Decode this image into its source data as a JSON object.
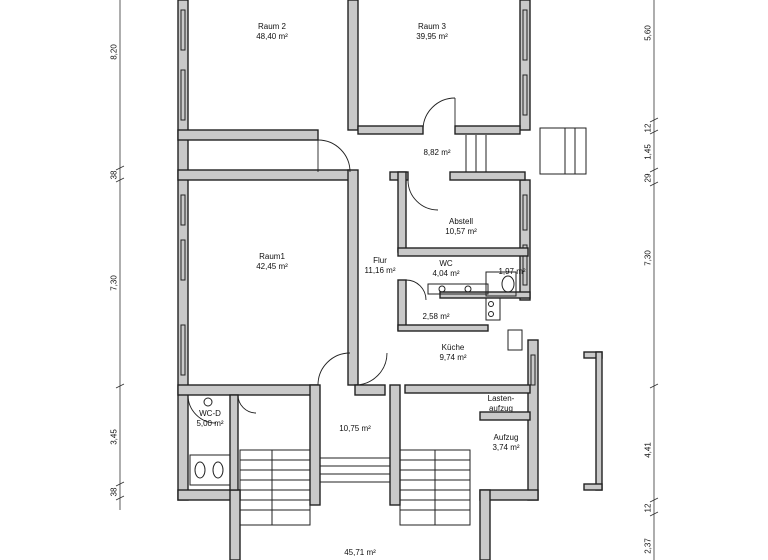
{
  "rooms": {
    "raum2": {
      "name": "Raum 2",
      "area": "48,40 m²"
    },
    "raum3": {
      "name": "Raum 3",
      "area": "39,95 m²"
    },
    "vorraum": {
      "name": "",
      "area": "8,82 m²"
    },
    "abstell": {
      "name": "Abstell",
      "area": "10,57 m²"
    },
    "raum1": {
      "name": "Raum1",
      "area": "42,45 m²"
    },
    "flur": {
      "name": "Flur",
      "area": "11,16 m²"
    },
    "wc": {
      "name": "WC",
      "area": "4,04 m²"
    },
    "wc2": {
      "name": "",
      "area": "1,97 m²"
    },
    "wasch": {
      "name": "",
      "area": "2,58 m²"
    },
    "kueche": {
      "name": "Küche",
      "area": "9,74 m²"
    },
    "lasten": {
      "name": "Lasten-",
      "name2": "aufzug"
    },
    "wcd": {
      "name": "WC-D",
      "area": "5,00 m²"
    },
    "diele": {
      "name": "",
      "area": "10,75 m²"
    },
    "aufzug": {
      "name": "Aufzug",
      "area": "3,74 m²"
    },
    "treppe": {
      "name": "",
      "area": "45,71 m²"
    }
  },
  "dimensions": {
    "left": [
      "8,20",
      "38",
      "7,30",
      "3,45",
      "38"
    ],
    "right": [
      "5,60",
      "12",
      "1,45",
      "29",
      "7,30",
      "4,41",
      "12",
      "2,37"
    ]
  }
}
